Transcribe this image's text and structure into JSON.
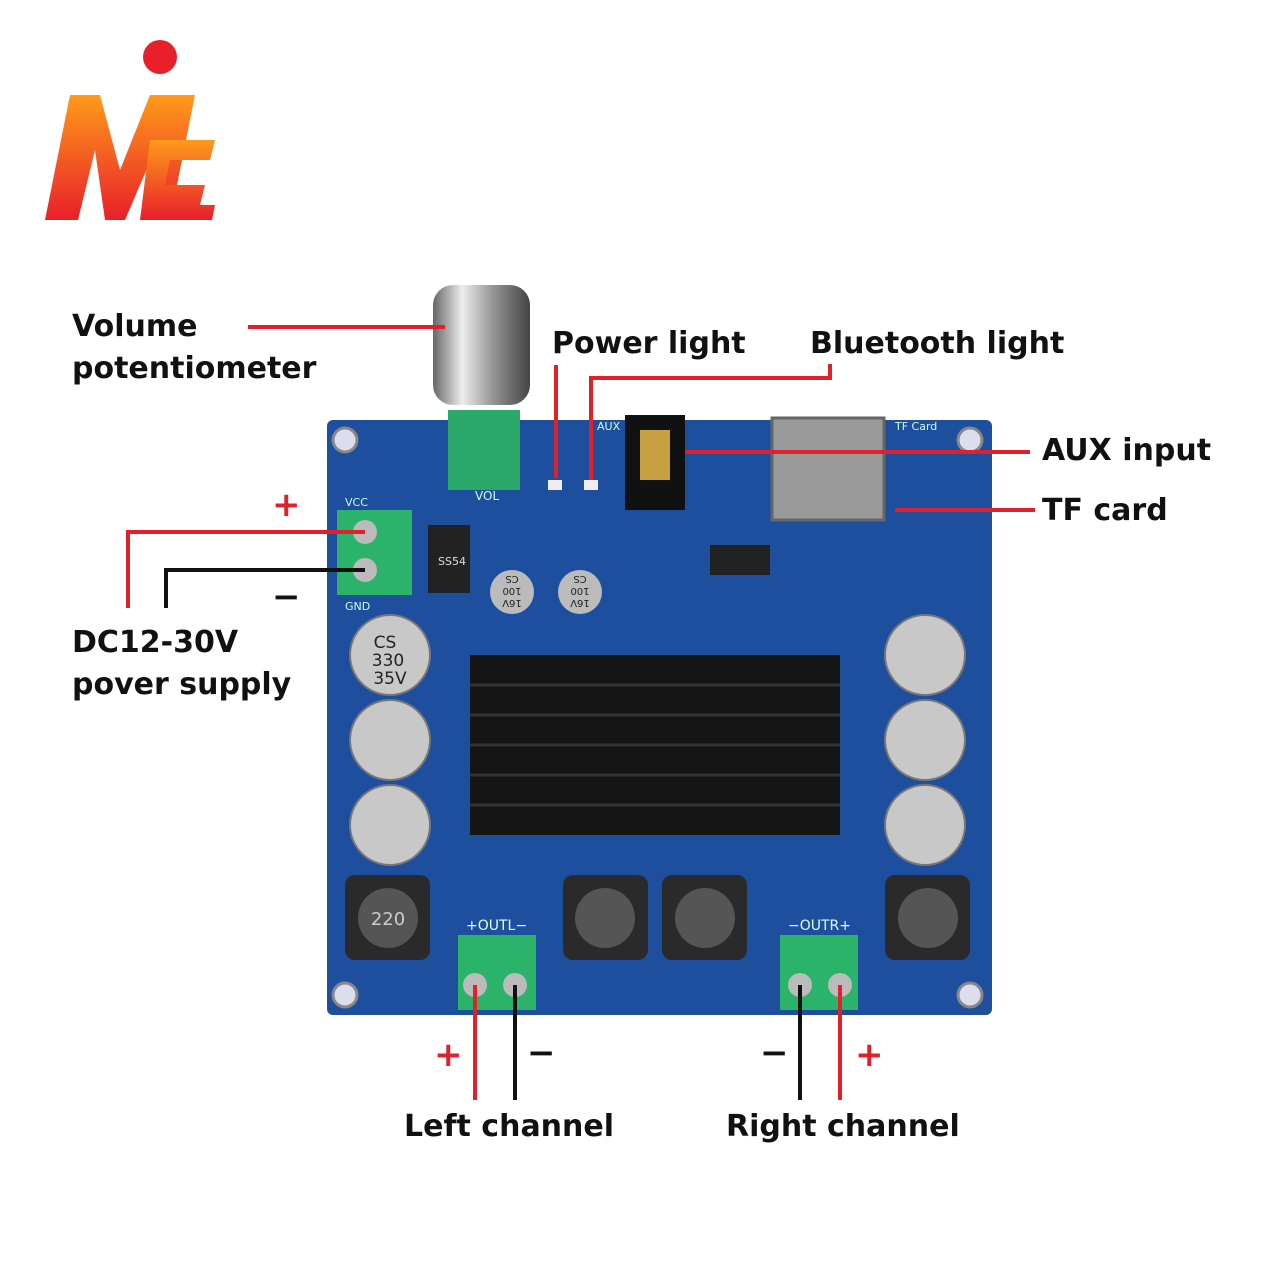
{
  "logo": {
    "text": "ME"
  },
  "labels": {
    "volume": "Volume",
    "volume2": "potentiometer",
    "power_light": "Power light",
    "bluetooth_light": "Bluetooth light",
    "aux_input": "AUX input",
    "tf_card": "TF card",
    "supply1": "DC12-30V",
    "supply2": "pover supply",
    "left_channel": "Left channel",
    "right_channel": "Right channel"
  },
  "signs": {
    "plus": "+",
    "minus": "−"
  },
  "board": {
    "vcc": "VCC",
    "gnd": "GND",
    "vol": "VOL",
    "aux": "AUX",
    "tf": "TF Card",
    "diode": "SS54",
    "outl": "+OUTL−",
    "outr": "−OUTR+",
    "cap_big": [
      "CS",
      "330",
      "35V"
    ],
    "cap_small": [
      "16V",
      "100",
      "CS"
    ],
    "inductor": "220"
  },
  "colors": {
    "accent": "#e0202a",
    "board": "#1d4f9e",
    "terminal": "#2bb36a"
  }
}
